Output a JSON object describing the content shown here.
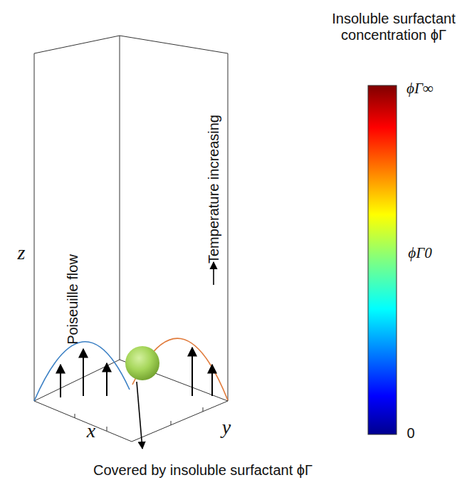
{
  "diagram": {
    "labels": [
      "Insoluble surfactant concentration ϕΓ",
      "ϕΓ∞",
      "ϕΓ0",
      "0",
      "z",
      "x",
      "y",
      "Poiseuille flow",
      "Temperature increasing",
      "Covered by insoluble surfactant ϕΓ"
    ]
  }
}
